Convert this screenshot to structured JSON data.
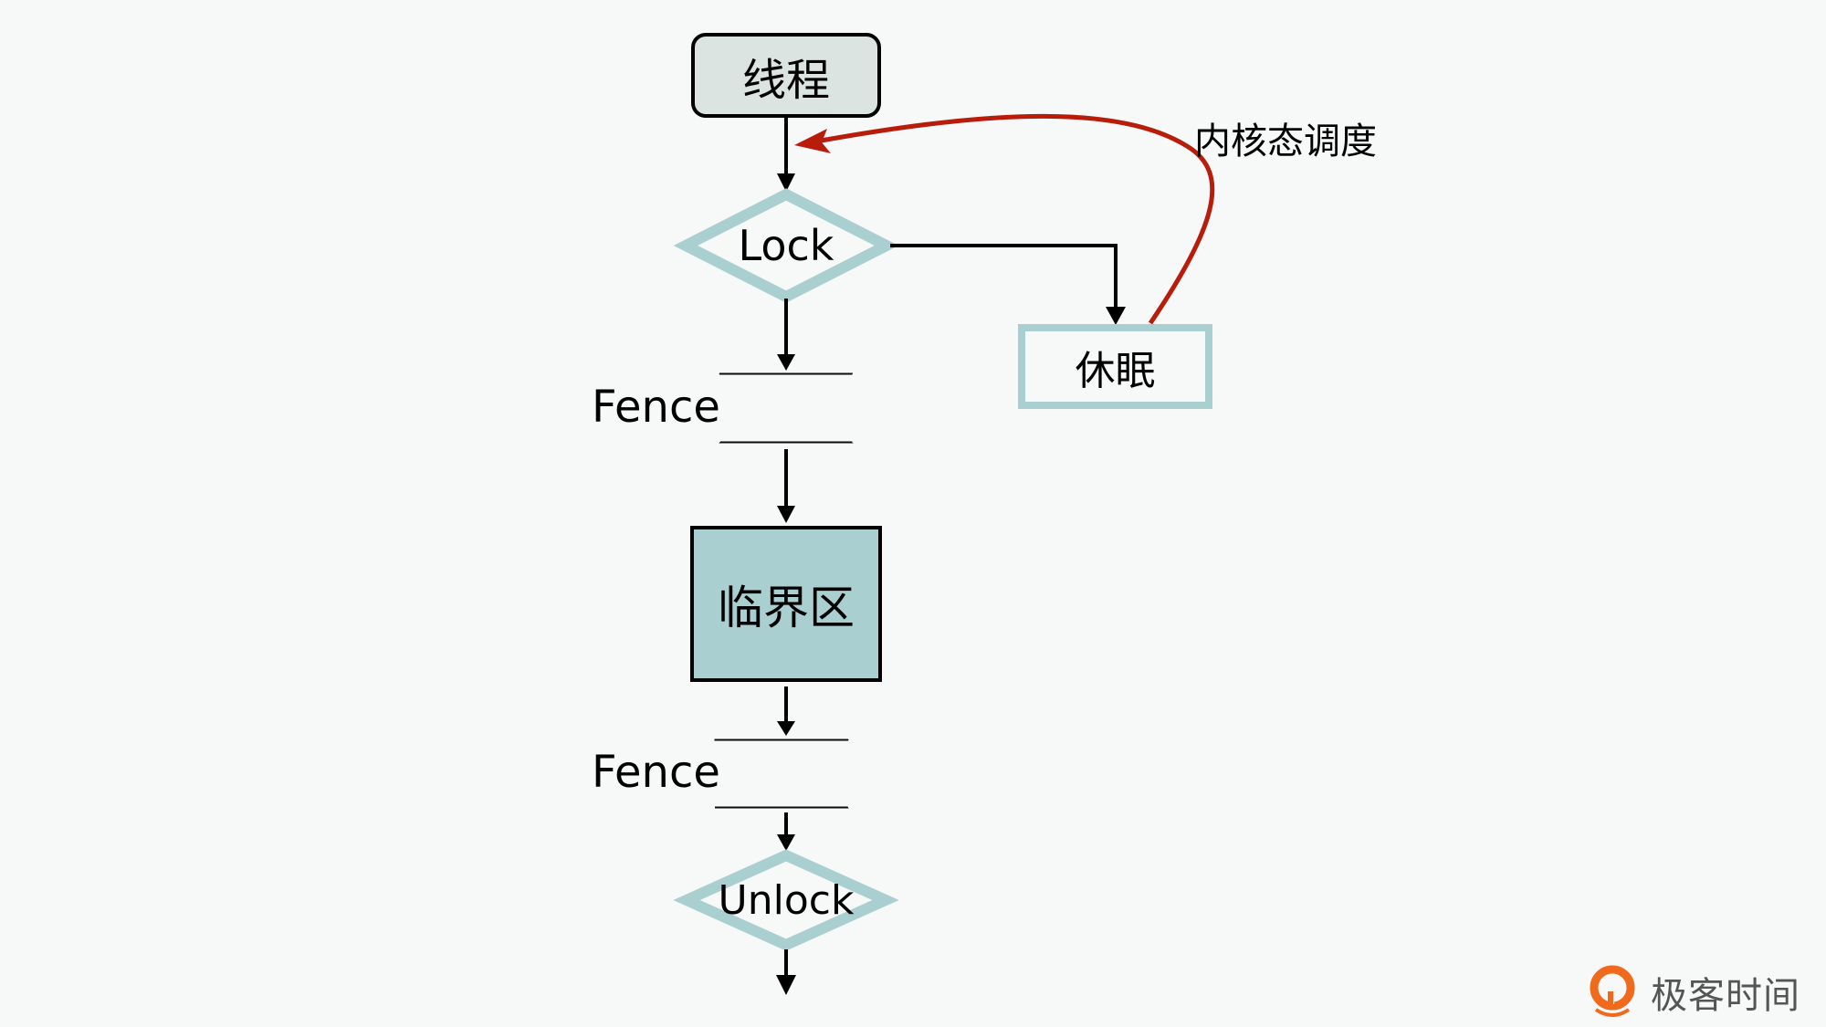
{
  "nodes": {
    "thread": "线程",
    "lock": "Lock",
    "sleep": "休眠",
    "fence_1": "Fence",
    "critical_section": "临界区",
    "fence_2": "Fence",
    "unlock": "Unlock"
  },
  "edges": {
    "kernel_schedule_label": "内核态调度"
  },
  "colors": {
    "background": "#f7f8f8",
    "thread_fill": "#dce4e2",
    "teal": "#a9cfd1",
    "critical_fill": "#a9cfd1",
    "kernel_arrow": "#b81d0c",
    "line": "#000000"
  },
  "branding": {
    "logo_text": "极客时间",
    "logo_color": "#f06a1e"
  }
}
